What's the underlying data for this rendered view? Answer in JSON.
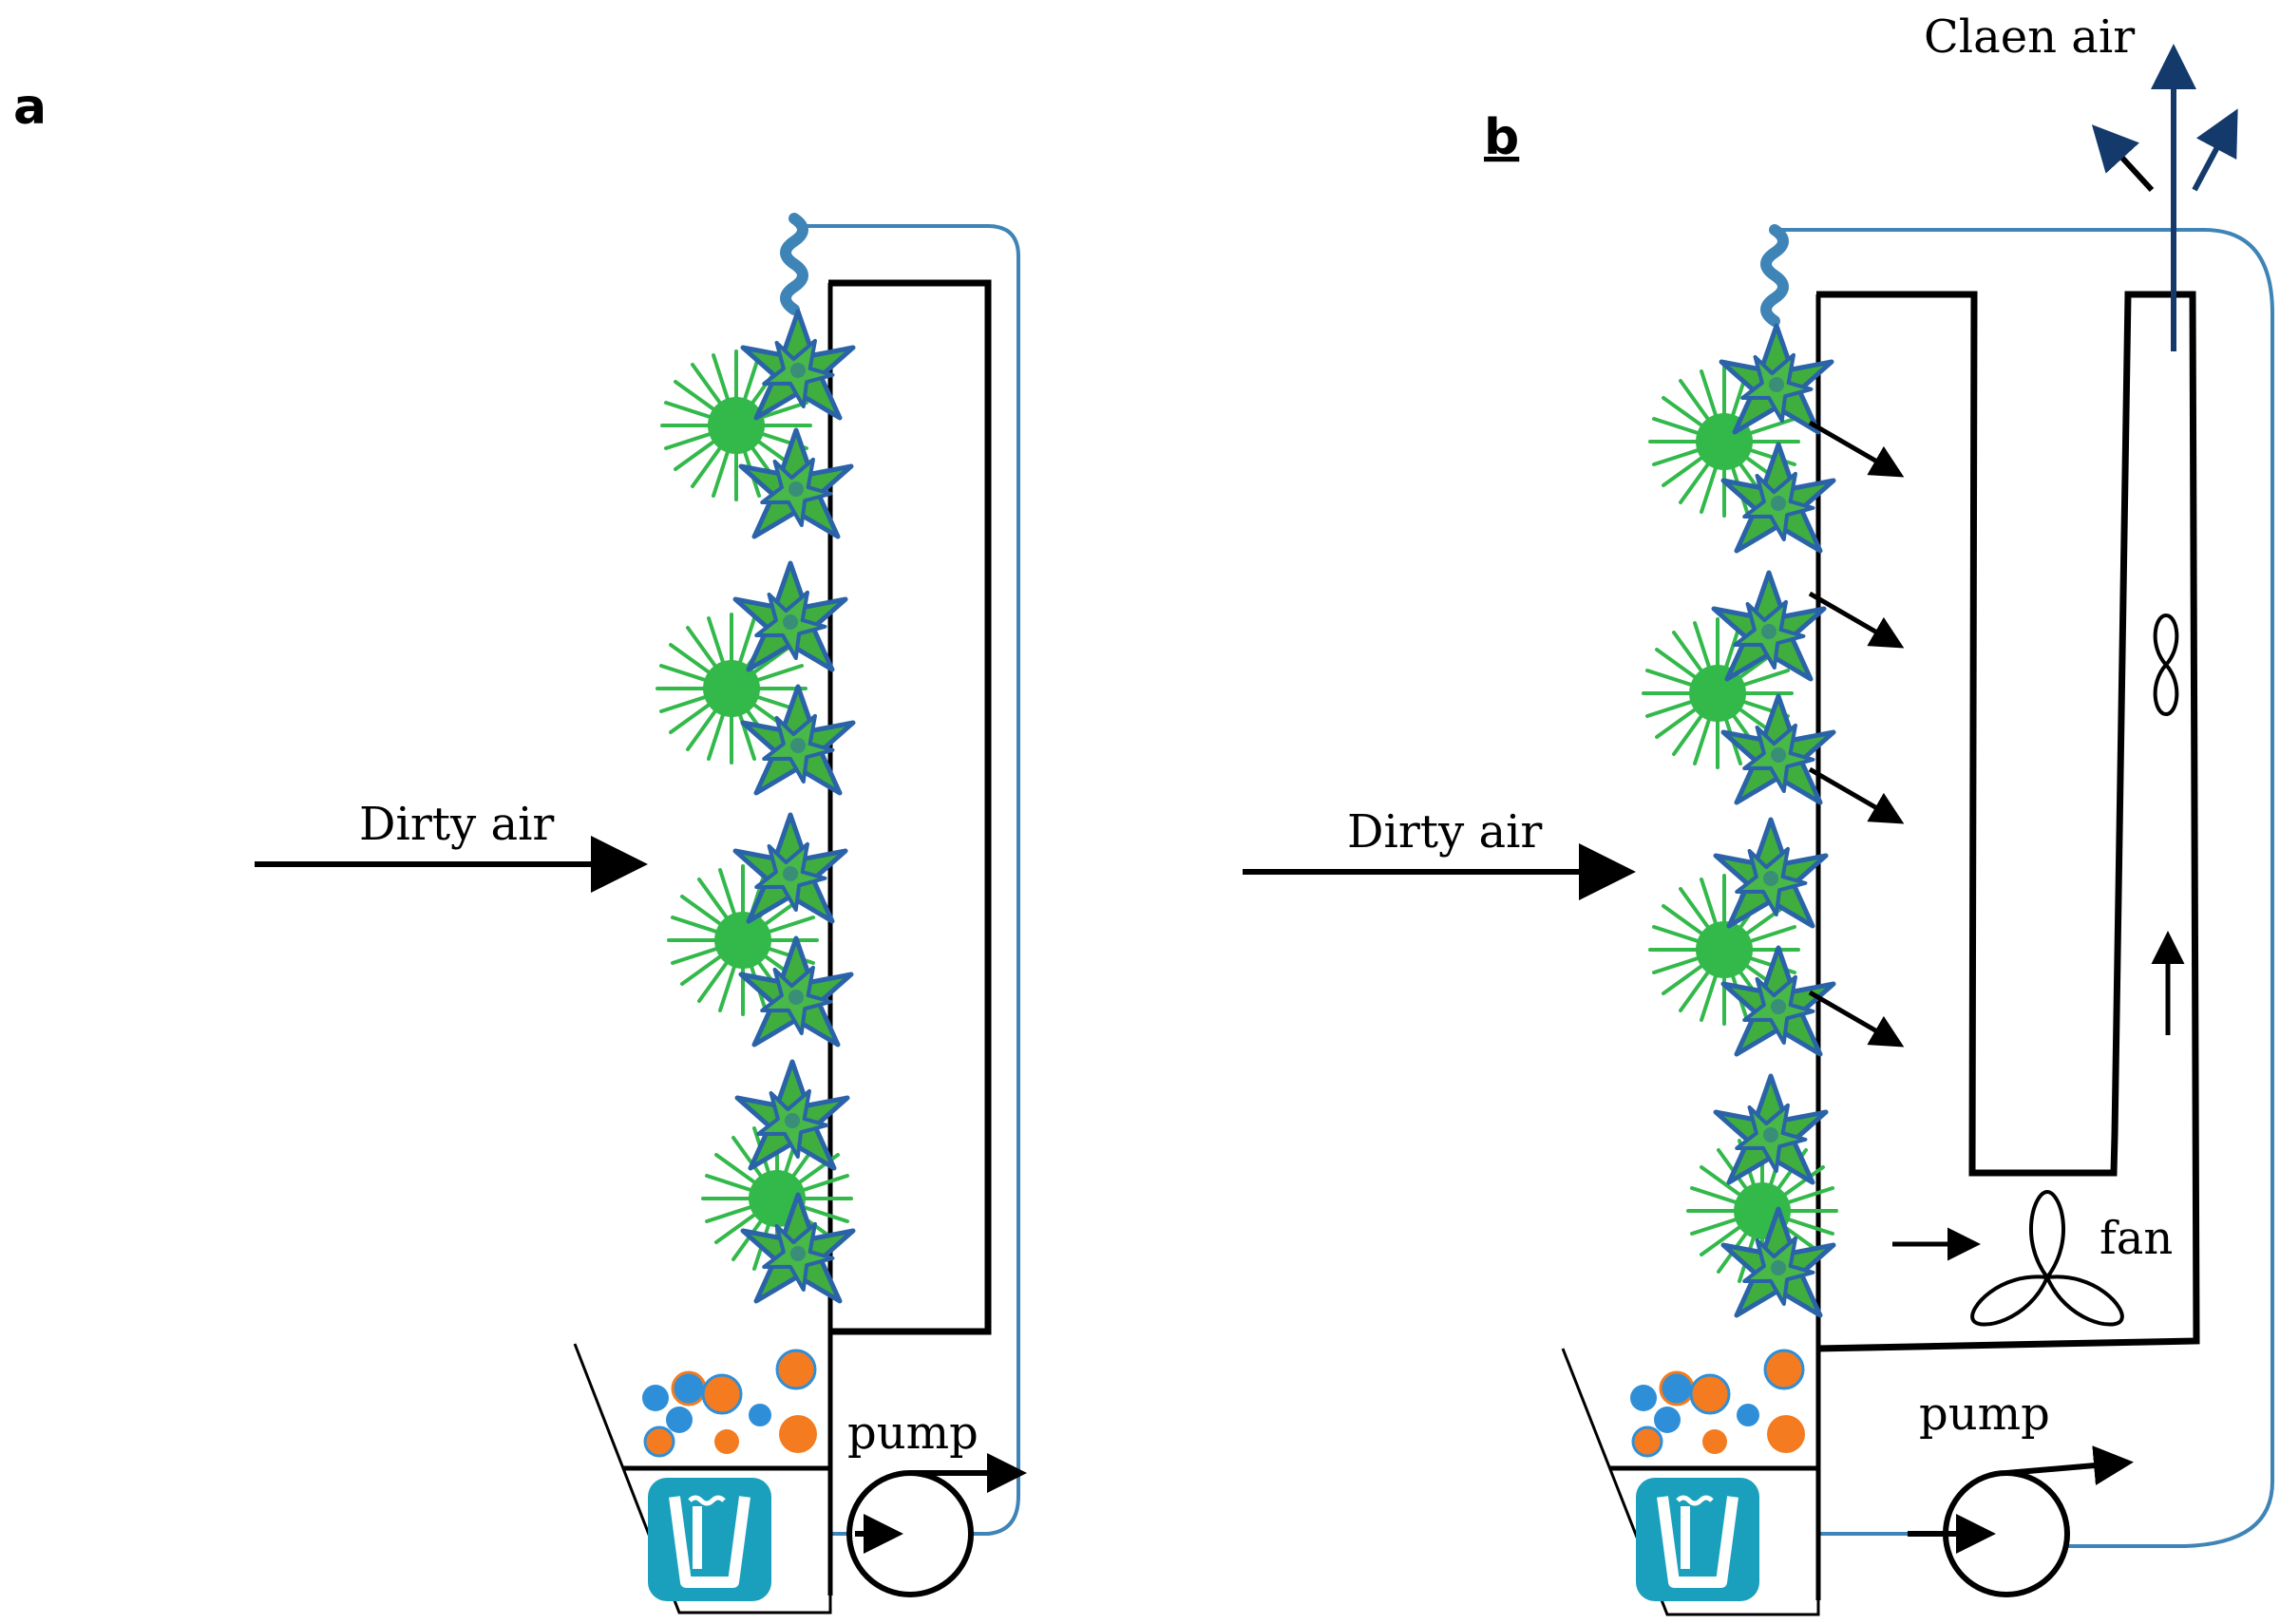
{
  "panels": {
    "a": {
      "label": "a",
      "dirty_air_label": "Dirty air",
      "pump_label": "pump"
    },
    "b": {
      "label": "b",
      "dirty_air_label": "Dirty air",
      "pump_label": "pump",
      "fan_label": "fan",
      "clean_air_label": "Claen air"
    }
  },
  "colors": {
    "leaf_fill": "#3fae3f",
    "leaf_stroke": "#2a63a8",
    "spike": "#33b84a",
    "water_pipe": "#3f84b6",
    "reservoir": "#1aa0bd",
    "pebble_orange": "#f47b20",
    "pebble_blue": "#2e8fd8",
    "clean_air_arrow": "#143a6b",
    "structure": "#000000"
  },
  "icons": {
    "reservoir": "water-reservoir-icon",
    "pump": "pump-icon",
    "fan": "fan-icon",
    "plant": "plant-icon"
  }
}
